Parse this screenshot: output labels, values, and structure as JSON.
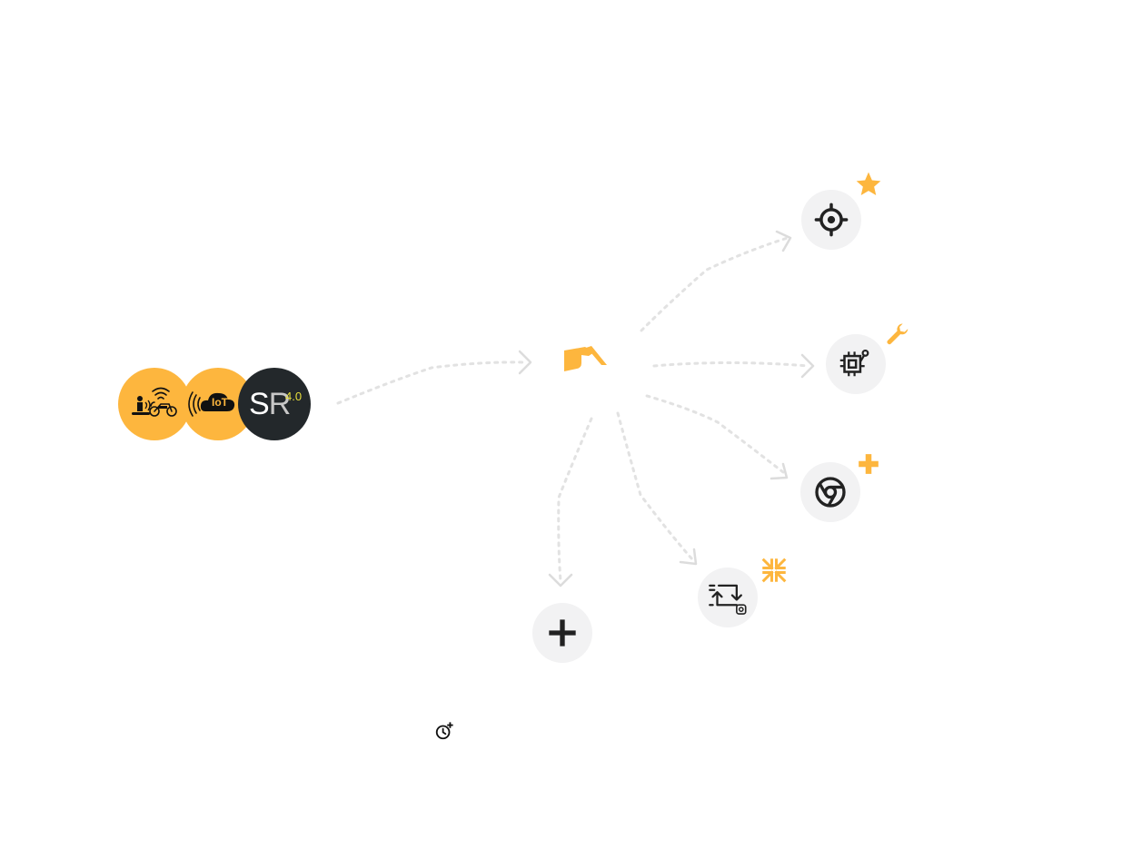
{
  "logos": {
    "sr_text_s": "S",
    "sr_text_r": "R",
    "sr_version": "4.0",
    "iot_label": "IoT"
  },
  "icons": {
    "hub": "hand-pointer-icon",
    "node1": "crosshair-icon",
    "node1_badge": "star-icon",
    "node2": "processor-chip-icon",
    "node2_badge": "wrench-icon",
    "node3": "chrome-icon",
    "node3_badge": "plus-icon",
    "node4": "swap-transfer-icon",
    "node4_badge": "collapse-arrows-icon",
    "node5": "plus-icon",
    "timer": "add-alarm-icon"
  },
  "colors": {
    "accent": "#fdb63e",
    "node_background": "#f2f2f3",
    "icon": "#222222",
    "connector": "#e2e2e2",
    "logo_dark": "#23282b"
  }
}
